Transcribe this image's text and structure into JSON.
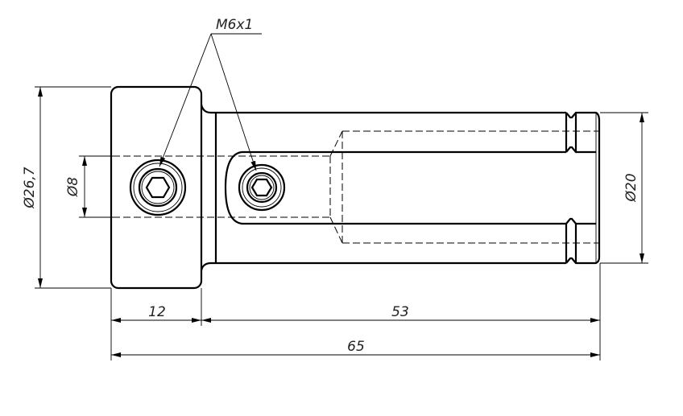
{
  "thread_label": "M6x1",
  "dimensions": {
    "head_diameter": "Ø26,7",
    "bore_diameter": "Ø8",
    "shaft_diameter": "Ø20",
    "head_length": "12",
    "shaft_length": "53",
    "total_length": "65"
  },
  "colors": {
    "line": "#000000",
    "background": "#ffffff"
  }
}
